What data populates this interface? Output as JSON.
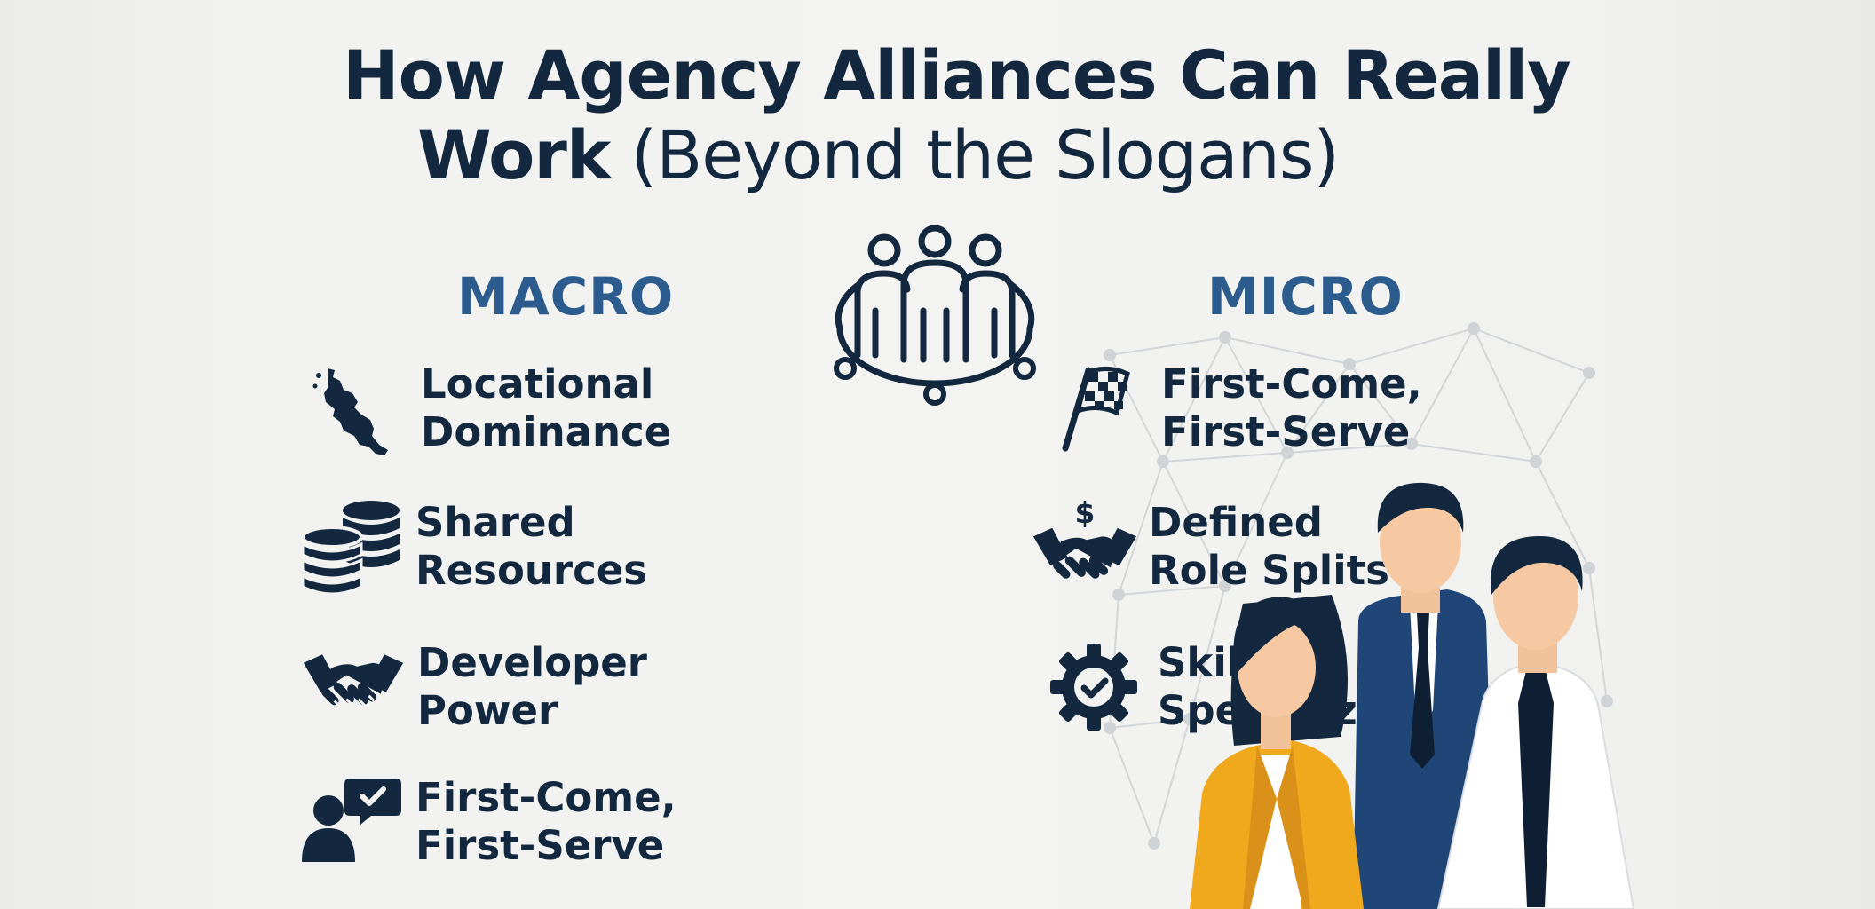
{
  "title": {
    "line1": "How Agency Alliances Can Really",
    "line2_bold": "Work",
    "line2_light": " (Beyond the Slogans)"
  },
  "macro": {
    "heading": "MACRO",
    "items": [
      {
        "label": "Locational\nDominance",
        "icon": "map-region-icon"
      },
      {
        "label": "Shared\nResources",
        "icon": "coin-stacks-icon"
      },
      {
        "label": "Developer\nPower",
        "icon": "handshake-icon"
      },
      {
        "label": "First-Come,\nFirst-Serve",
        "icon": "person-chat-check-icon"
      }
    ]
  },
  "micro": {
    "heading": "MICRO",
    "items": [
      {
        "label": "First-Come,\nFirst-Serve",
        "icon": "checkered-flag-icon"
      },
      {
        "label": "Defined\nRole Splits",
        "icon": "handshake-dollar-icon"
      },
      {
        "label": "Skill\nSpecialization",
        "icon": "gear-check-icon"
      }
    ]
  },
  "center_icon": "team-circle-icon",
  "illustration": "business-people-illustration",
  "colors": {
    "navy": "#13283f",
    "accent_blue": "#2c5b8d",
    "background": "#f2f2f0",
    "suit_yellow": "#f0a81c",
    "suit_blue": "#1f4676",
    "skin": "#f6c9a2"
  }
}
